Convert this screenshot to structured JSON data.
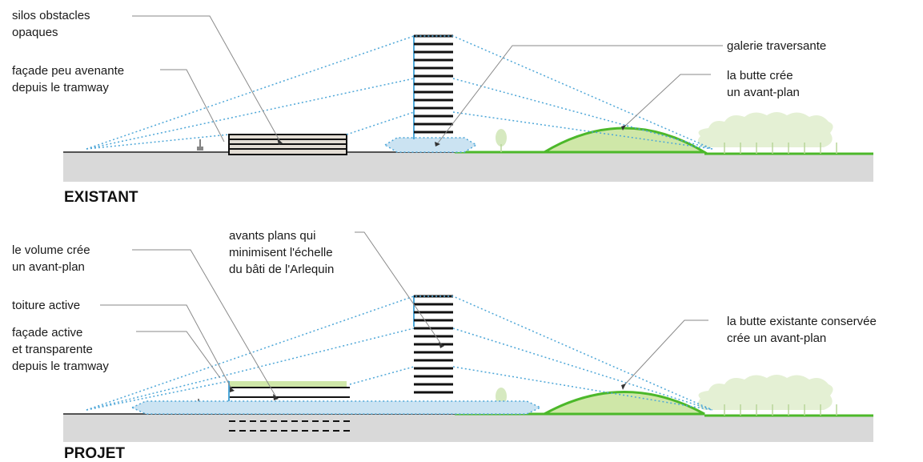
{
  "sections": {
    "existant": {
      "title": "EXISTANT",
      "labels": {
        "silos_line1": "silos obstacles",
        "silos_line2": "opaques",
        "facade_line1": "façade peu avenante",
        "facade_line2": "depuis le tramway",
        "galerie": "galerie traversante",
        "butte_line1": "la butte crée",
        "butte_line2": "un avant-plan"
      }
    },
    "projet": {
      "title": "PROJET",
      "labels": {
        "volume_line1": "le volume crée",
        "volume_line2": "un avant-plan",
        "avants_line1": "avants plans qui",
        "avants_line2": "minimisent l'échelle",
        "avants_line3": "du bâti de l'Arlequin",
        "toiture": "toiture active",
        "facade_line1": "façade active",
        "facade_line2": "et transparente",
        "facade_line3": "depuis le tramway",
        "butte_line1": "la butte existante conservée",
        "butte_line2": "crée un avant-plan"
      }
    }
  },
  "colors": {
    "ground": "#d9d9d9",
    "grass": "#4cb82a",
    "mound_fill": "#cfe7a8",
    "sightline": "#4ea7d8",
    "trees": "#e4f0d4"
  }
}
